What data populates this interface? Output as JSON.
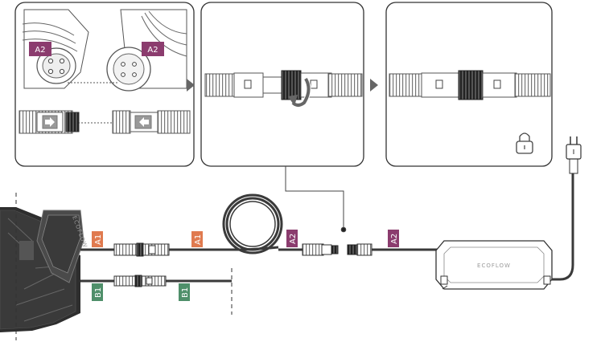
{
  "labels": {
    "a2_male": "A2",
    "a2_female": "A2",
    "cable_a1_left": "A1",
    "cable_a1_right": "A1",
    "cable_a2_left": "A2",
    "cable_a2_right": "A2",
    "cable_b1_left": "B1",
    "cable_b1_right": "B1"
  },
  "brand": {
    "controller": "ECOFLOW",
    "unit": "ECOFLOW"
  },
  "colors": {
    "a1": "#e07a4f",
    "a2": "#8b3c6e",
    "b1": "#4f8f6a",
    "line": "#3a3a3a",
    "frame": "#333333",
    "arrow": "#666666"
  },
  "icons": {
    "steps": [
      "chevron-right-icon",
      "chevron-right-icon"
    ],
    "lock": "lock-icon",
    "rotate": "rotate-arrow-icon",
    "plug": "power-plug-icon"
  }
}
